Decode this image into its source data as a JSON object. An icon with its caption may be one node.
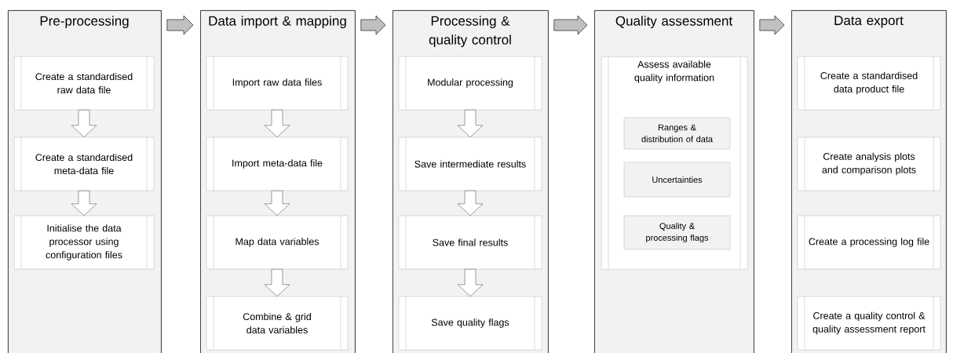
{
  "diagram": {
    "nodes": [
      {
        "text": [
          "Pre-processing"
        ]
      },
      {
        "text": [
          "Create a standardised raw data file"
        ],
        "in": 0
      },
      {
        "text": [
          "Create a standardised meta-data file"
        ],
        "in": 0
      },
      {
        "text": [
          "Initialise the data processor using configuration files"
        ],
        "in": 0
      },
      {
        "text": [
          "Data import & mapping"
        ]
      },
      {
        "text": [
          "Import raw data files"
        ],
        "in": 4
      },
      {
        "text": [
          "Import meta-data file"
        ],
        "in": 4
      },
      {
        "text": [
          "Map data variables"
        ],
        "in": 4
      },
      {
        "text": [
          "Combine & grid data variables"
        ],
        "in": 4
      },
      {
        "text": [
          "Processing & quality control"
        ]
      },
      {
        "text": [
          "Modular processing"
        ],
        "in": 9
      },
      {
        "text": [
          "Save intermediate results"
        ],
        "in": 9
      },
      {
        "text": [
          "Save final results"
        ],
        "in": 9
      },
      {
        "text": [
          "Save quality flags"
        ],
        "in": 9
      },
      {
        "text": [
          "Quality assessment"
        ]
      },
      {
        "text": [
          "Assess available quality information"
        ],
        "in": 14
      },
      {
        "text": [
          "Ranges & distribution of data"
        ],
        "in": 15
      },
      {
        "text": [
          "Uncertainties"
        ],
        "in": 15
      },
      {
        "text": [
          "Quality & processing flags"
        ],
        "in": 15
      },
      {
        "text": [
          "Data export"
        ]
      },
      {
        "text": [
          "Create a standardised data product file"
        ],
        "in": 19
      },
      {
        "text": [
          "Create analysis plots and comparison plots"
        ],
        "in": 19
      },
      {
        "text": [
          "Create a processing log file"
        ],
        "in": 19
      },
      {
        "text": [
          "Create a quality control & quality assessment report"
        ],
        "in": 19
      }
    ],
    "edges": [
      {
        "from": 0,
        "to": 4,
        "arrow": "to",
        "color": "#c0c0c0"
      },
      {
        "from": 4,
        "to": 9,
        "arrow": "to",
        "color": "#c0c0c0"
      },
      {
        "from": 9,
        "to": 14,
        "arrow": "to",
        "color": "#c0c0c0"
      },
      {
        "from": 14,
        "to": 19,
        "arrow": "to",
        "color": "#c0c0c0"
      },
      {
        "from": 1,
        "to": 2,
        "arrow": "to"
      },
      {
        "from": 2,
        "to": 3,
        "arrow": "to"
      },
      {
        "from": 5,
        "to": 6,
        "arrow": "to"
      },
      {
        "from": 6,
        "to": 7,
        "arrow": "to"
      },
      {
        "from": 7,
        "to": 8,
        "arrow": "to"
      },
      {
        "from": 10,
        "to": 11,
        "arrow": "to"
      },
      {
        "from": 11,
        "to": 12,
        "arrow": "to"
      },
      {
        "from": 12,
        "to": 13,
        "arrow": "to"
      }
    ]
  }
}
